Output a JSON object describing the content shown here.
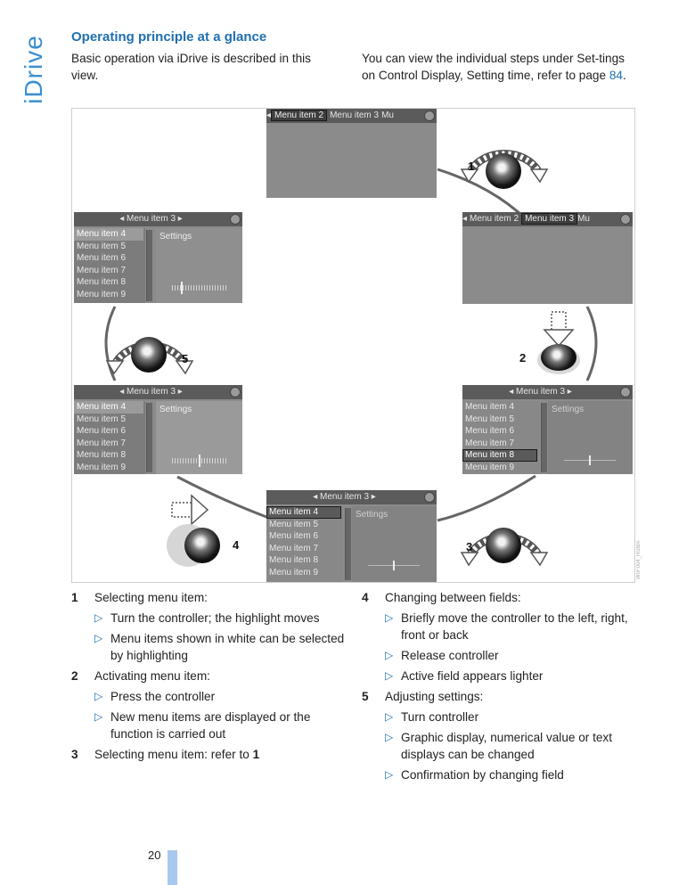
{
  "side_tab": "iDrive",
  "heading": "Operating principle at a glance",
  "intro_left": "Basic operation via iDrive is described in this view.",
  "intro_right": {
    "before": "You can view the individual steps under Set-tings on Control Display, Setting time, refer to page ",
    "link": "84",
    "after": "."
  },
  "figure": {
    "code": "W0F004_HSMA",
    "numbers": [
      "1",
      "2",
      "3",
      "4",
      "5"
    ],
    "menu_item_2": "Menu item 2",
    "menu_item_3": "Menu item 3",
    "menu_cut": "Mu",
    "menu_header": "◂  Menu item 3  ▸",
    "settings": "Settings",
    "items": [
      "Menu item 4",
      "Menu item 5",
      "Menu item 6",
      "Menu item 7",
      "Menu item 8",
      "Menu item 9"
    ]
  },
  "steps_left": [
    {
      "num": "1",
      "title": "Selecting menu item:",
      "bullets": [
        "Turn the controller; the highlight moves",
        "Menu items shown in white can be selected by highlighting"
      ]
    },
    {
      "num": "2",
      "title": "Activating menu item:",
      "bullets": [
        "Press the controller",
        "New menu items are displayed or the function is carried out"
      ]
    },
    {
      "num": "3",
      "title": "Selecting menu item: refer to ",
      "ref": "1",
      "bullets": []
    }
  ],
  "steps_right": [
    {
      "num": "4",
      "title": "Changing between fields:",
      "bullets": [
        "Briefly move the controller to the left, right, front or back",
        "Release controller",
        "Active field appears lighter"
      ]
    },
    {
      "num": "5",
      "title": "Adjusting settings:",
      "bullets": [
        "Turn controller",
        "Graphic display, numerical value or text displays can be changed",
        "Confirmation by changing field"
      ]
    }
  ],
  "bullet_glyph": "▷",
  "page_number": "20",
  "colors": {
    "accent": "#1f6fb2",
    "side_tab": "#3b8fd0",
    "page_bar": "#a8c8ee"
  }
}
